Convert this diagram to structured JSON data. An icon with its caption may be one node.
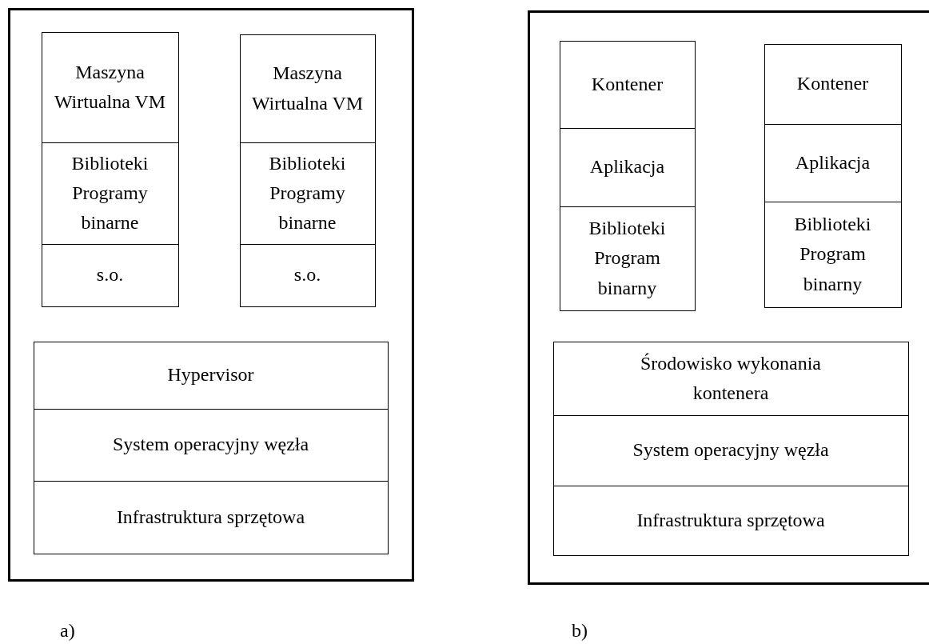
{
  "diagram": {
    "nodes": [
      {
        "text": [],
        "shape": "box"
      },
      {
        "text": [
          "Maszyna Wirtualna VM"
        ],
        "in": 0
      },
      {
        "text": [
          "Biblioteki Programy binarne"
        ],
        "in": 0
      },
      {
        "text": [
          "s.o."
        ],
        "in": 0
      },
      {
        "text": [
          "Maszyna Wirtualna VM"
        ],
        "in": 0
      },
      {
        "text": [
          "Biblioteki Programy binarne"
        ],
        "in": 0
      },
      {
        "text": [
          "s.o."
        ],
        "in": 0
      },
      {
        "text": [
          "Hypervisor"
        ],
        "in": 0
      },
      {
        "text": [
          "System operacyjny węzła"
        ],
        "in": 0
      },
      {
        "text": [
          "Infrastruktura sprzętowa"
        ],
        "in": 0
      },
      {
        "text": [],
        "shape": "box"
      },
      {
        "text": [
          "Kontener"
        ],
        "in": 10
      },
      {
        "text": [
          "Aplikacja"
        ],
        "in": 10
      },
      {
        "text": [
          "Biblioteki Program binarny"
        ],
        "in": 10
      },
      {
        "text": [
          "Kontener"
        ],
        "in": 10
      },
      {
        "text": [
          "Aplikacja"
        ],
        "in": 10
      },
      {
        "text": [
          "Biblioteki Program binarny"
        ],
        "in": 10
      },
      {
        "text": [
          "Środowisko wykonania kontenera"
        ],
        "in": 10
      },
      {
        "text": [
          "System operacyjny węzła"
        ],
        "in": 10
      },
      {
        "text": [
          "Infrastruktura sprzętowa"
        ],
        "in": 10
      }
    ],
    "labels": [
      "a)",
      "b)"
    ]
  }
}
